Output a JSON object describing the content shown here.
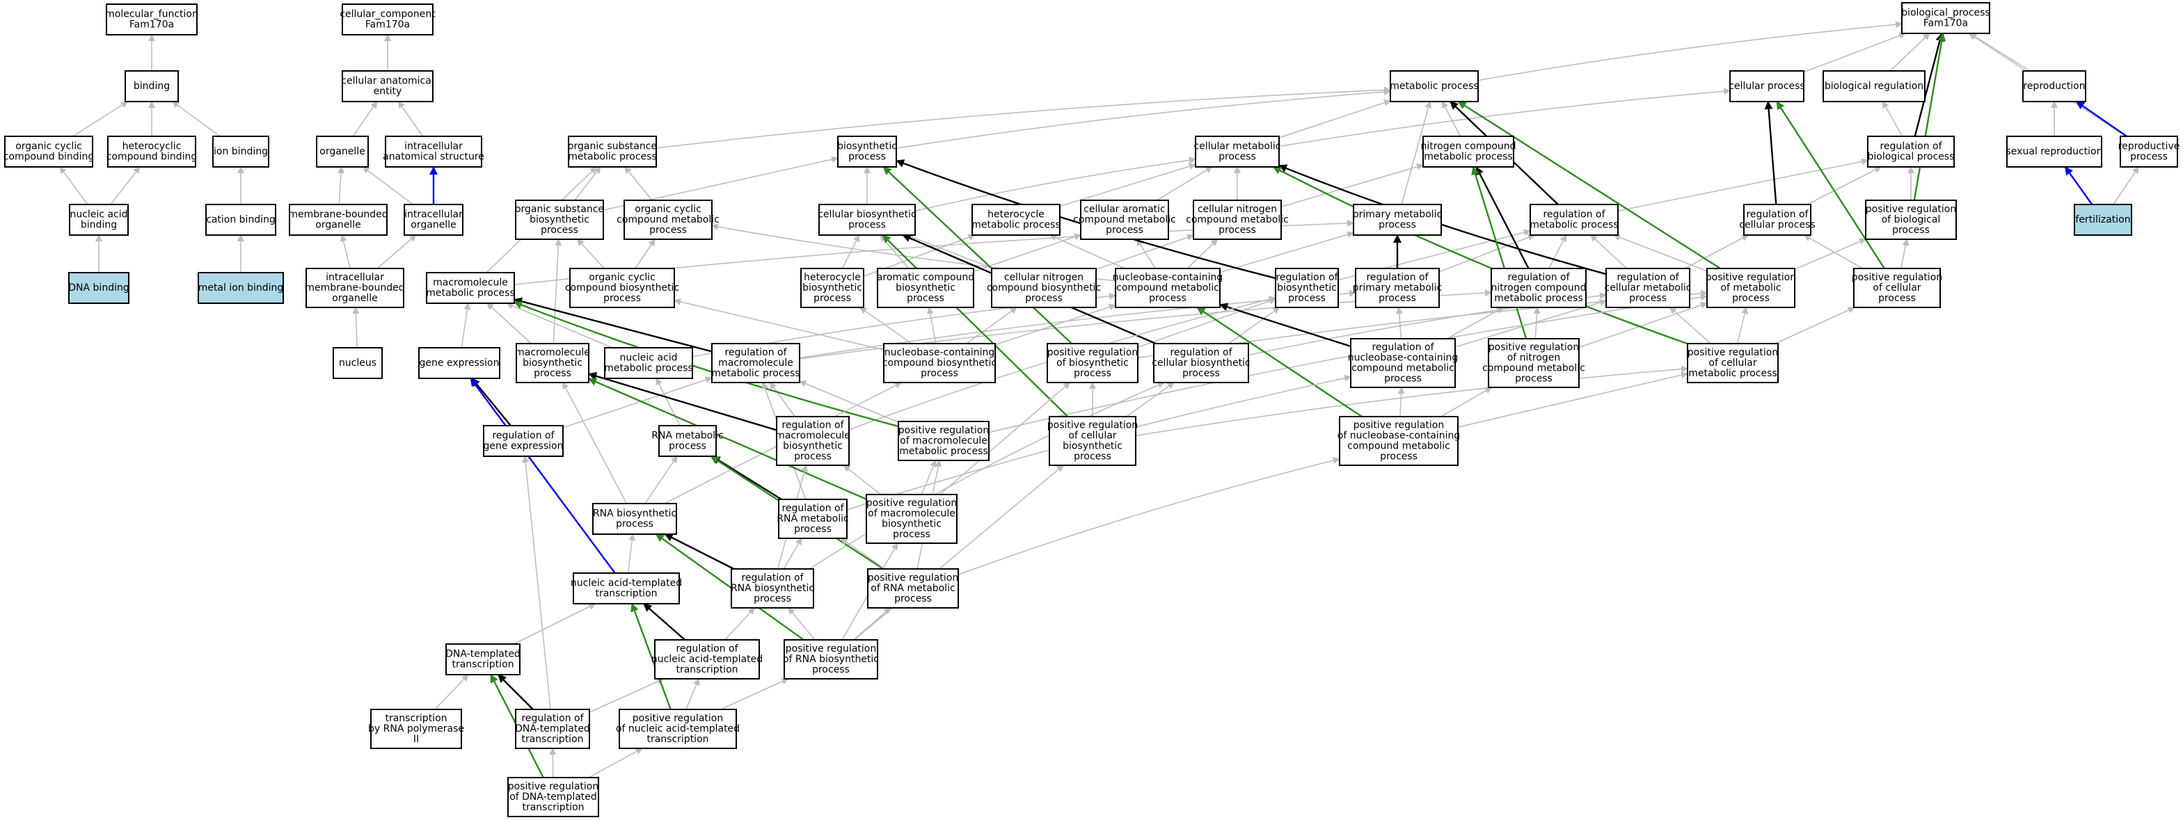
{
  "colors": {
    "gray": "#bdbdbd",
    "black": "#000000",
    "green": "#2e8b1e",
    "blue": "#0000ee",
    "light": "#add8e6",
    "dark": "#6495ed"
  },
  "nodes": [
    {
      "id": "mf",
      "lines": [
        "molecular_function",
        "Fam170a"
      ]
    },
    {
      "id": "binding",
      "lines": [
        "binding"
      ]
    },
    {
      "id": "occb",
      "lines": [
        "organic cyclic",
        "compound binding"
      ]
    },
    {
      "id": "hcb",
      "lines": [
        "heterocyclic",
        "compound binding"
      ]
    },
    {
      "id": "ionb",
      "lines": [
        "ion binding"
      ]
    },
    {
      "id": "nab",
      "lines": [
        "nucleic acid",
        "binding"
      ]
    },
    {
      "id": "cationb",
      "lines": [
        "cation binding"
      ]
    },
    {
      "id": "dnab",
      "lines": [
        "DNA binding"
      ],
      "style": "light"
    },
    {
      "id": "metalb",
      "lines": [
        "metal ion binding"
      ],
      "style": "light"
    },
    {
      "id": "cc",
      "lines": [
        "cellular_component",
        "Fam170a"
      ]
    },
    {
      "id": "cae",
      "lines": [
        "cellular anatomical",
        "entity"
      ]
    },
    {
      "id": "organelle",
      "lines": [
        "organelle"
      ]
    },
    {
      "id": "ias",
      "lines": [
        "intracellular",
        "anatomical structure"
      ]
    },
    {
      "id": "mbo",
      "lines": [
        "membrane-bounded",
        "organelle"
      ]
    },
    {
      "id": "io",
      "lines": [
        "intracellular",
        "organelle"
      ]
    },
    {
      "id": "imbo",
      "lines": [
        "intracellular",
        "membrane-bounded",
        "organelle"
      ]
    },
    {
      "id": "nucleus",
      "lines": [
        "nucleus"
      ],
      "style": "dark"
    },
    {
      "id": "bp",
      "lines": [
        "biological_process",
        "Fam170a"
      ]
    },
    {
      "id": "metab",
      "lines": [
        "metabolic process"
      ]
    },
    {
      "id": "cellp",
      "lines": [
        "cellular process"
      ]
    },
    {
      "id": "bioreg",
      "lines": [
        "biological regulation"
      ]
    },
    {
      "id": "repro",
      "lines": [
        "reproduction"
      ]
    },
    {
      "id": "osmp",
      "lines": [
        "organic substance",
        "metabolic process"
      ]
    },
    {
      "id": "biosyn",
      "lines": [
        "biosynthetic",
        "process"
      ]
    },
    {
      "id": "cmp",
      "lines": [
        "cellular metabolic",
        "process"
      ]
    },
    {
      "id": "ncmp",
      "lines": [
        "nitrogen compound",
        "metabolic process"
      ]
    },
    {
      "id": "rbp",
      "lines": [
        "regulation of",
        "biological process"
      ]
    },
    {
      "id": "sexrep",
      "lines": [
        "sexual reproduction"
      ]
    },
    {
      "id": "reprop",
      "lines": [
        "reproductive",
        "process"
      ]
    },
    {
      "id": "osbp",
      "lines": [
        "organic substance",
        "biosynthetic",
        "process"
      ]
    },
    {
      "id": "occmp",
      "lines": [
        "organic cyclic",
        "compound metabolic",
        "process"
      ]
    },
    {
      "id": "cbp",
      "lines": [
        "cellular biosynthetic",
        "process"
      ]
    },
    {
      "id": "hmp",
      "lines": [
        "heterocycle",
        "metabolic process"
      ]
    },
    {
      "id": "cacmp",
      "lines": [
        "cellular aromatic",
        "compound metabolic",
        "process"
      ]
    },
    {
      "id": "cncmp",
      "lines": [
        "cellular nitrogen",
        "compound metabolic",
        "process"
      ]
    },
    {
      "id": "pmp",
      "lines": [
        "primary metabolic",
        "process"
      ]
    },
    {
      "id": "rmp",
      "lines": [
        "regulation of",
        "metabolic process"
      ]
    },
    {
      "id": "rcp",
      "lines": [
        "regulation of",
        "cellular process"
      ]
    },
    {
      "id": "prbp",
      "lines": [
        "positive regulation",
        "of biological",
        "process"
      ]
    },
    {
      "id": "fert",
      "lines": [
        "fertilization"
      ],
      "style": "light"
    },
    {
      "id": "mmp",
      "lines": [
        "macromolecule",
        "metabolic process"
      ]
    },
    {
      "id": "occbp",
      "lines": [
        "organic cyclic",
        "compound biosynthetic",
        "process"
      ]
    },
    {
      "id": "hbp",
      "lines": [
        "heterocycle",
        "biosynthetic",
        "process"
      ]
    },
    {
      "id": "acbp",
      "lines": [
        "aromatic compound",
        "biosynthetic",
        "process"
      ]
    },
    {
      "id": "cncbp",
      "lines": [
        "cellular nitrogen",
        "compound biosynthetic",
        "process"
      ]
    },
    {
      "id": "nbcmp",
      "lines": [
        "nucleobase-containing",
        "compound metabolic",
        "process"
      ]
    },
    {
      "id": "rbiosp",
      "lines": [
        "regulation of",
        "biosynthetic",
        "process"
      ]
    },
    {
      "id": "rpmp",
      "lines": [
        "regulation of",
        "primary metabolic",
        "process"
      ]
    },
    {
      "id": "rncmp",
      "lines": [
        "regulation of",
        "nitrogen compound",
        "metabolic process"
      ]
    },
    {
      "id": "rcmp",
      "lines": [
        "regulation of",
        "cellular metabolic",
        "process"
      ]
    },
    {
      "id": "prmp",
      "lines": [
        "positive regulation",
        "of metabolic",
        "process"
      ]
    },
    {
      "id": "prcp",
      "lines": [
        "positive regulation",
        "of cellular",
        "process"
      ]
    },
    {
      "id": "ge",
      "lines": [
        "gene expression"
      ]
    },
    {
      "id": "mbp",
      "lines": [
        "macromolecule",
        "biosynthetic",
        "process"
      ]
    },
    {
      "id": "namp",
      "lines": [
        "nucleic acid",
        "metabolic process"
      ]
    },
    {
      "id": "rmmp",
      "lines": [
        "regulation of",
        "macromolecule",
        "metabolic process"
      ]
    },
    {
      "id": "nbcbp",
      "lines": [
        "nucleobase-containing",
        "compound biosynthetic",
        "process"
      ]
    },
    {
      "id": "prbiosp",
      "lines": [
        "positive regulation",
        "of biosynthetic",
        "process"
      ]
    },
    {
      "id": "rcbp",
      "lines": [
        "regulation of",
        "cellular biosynthetic",
        "process"
      ]
    },
    {
      "id": "rnbcmp",
      "lines": [
        "regulation of",
        "nucleobase-containing",
        "compound metabolic",
        "process"
      ]
    },
    {
      "id": "prncmp",
      "lines": [
        "positive regulation",
        "of nitrogen",
        "compound metabolic",
        "process"
      ]
    },
    {
      "id": "prcmp",
      "lines": [
        "positive regulation",
        "of cellular",
        "metabolic process"
      ]
    },
    {
      "id": "rge",
      "lines": [
        "regulation of",
        "gene expression"
      ]
    },
    {
      "id": "rnamp",
      "lines": [
        "RNA metabolic",
        "process"
      ]
    },
    {
      "id": "rmbp",
      "lines": [
        "regulation of",
        "macromolecule",
        "biosynthetic",
        "process"
      ]
    },
    {
      "id": "prmmp",
      "lines": [
        "positive regulation",
        "of macromolecule",
        "metabolic process"
      ]
    },
    {
      "id": "prcbp",
      "lines": [
        "positive regulation",
        "of cellular",
        "biosynthetic",
        "process"
      ]
    },
    {
      "id": "prnbcmp",
      "lines": [
        "positive regulation",
        "of nucleobase-containing",
        "compound metabolic",
        "process"
      ]
    },
    {
      "id": "rnabp",
      "lines": [
        "RNA biosynthetic",
        "process"
      ]
    },
    {
      "id": "rrnamp",
      "lines": [
        "regulation of",
        "RNA metabolic",
        "process"
      ]
    },
    {
      "id": "prmbp",
      "lines": [
        "positive regulation",
        "of macromolecule",
        "biosynthetic",
        "process"
      ]
    },
    {
      "id": "natt",
      "lines": [
        "nucleic acid-templated",
        "transcription"
      ]
    },
    {
      "id": "rrnabp",
      "lines": [
        "regulation of",
        "RNA biosynthetic",
        "process"
      ]
    },
    {
      "id": "prrnamp",
      "lines": [
        "positive regulation",
        "of RNA metabolic",
        "process"
      ]
    },
    {
      "id": "dtt",
      "lines": [
        "DNA-templated",
        "transcription"
      ]
    },
    {
      "id": "rnatt",
      "lines": [
        "regulation of",
        "nucleic acid-templated",
        "transcription"
      ]
    },
    {
      "id": "prrnabp",
      "lines": [
        "positive regulation",
        "of RNA biosynthetic",
        "process"
      ]
    },
    {
      "id": "trnap2",
      "lines": [
        "transcription",
        "by RNA polymerase",
        "II"
      ],
      "style": "dark"
    },
    {
      "id": "rdtt",
      "lines": [
        "regulation of",
        "DNA-templated",
        "transcription"
      ]
    },
    {
      "id": "prnatt",
      "lines": [
        "positive regulation",
        "of nucleic acid-templated",
        "transcription"
      ]
    },
    {
      "id": "prdtt",
      "lines": [
        "positive regulation",
        "of DNA-templated",
        "transcription"
      ],
      "style": "dark"
    }
  ],
  "edges": [
    [
      "binding",
      "mf",
      "gray"
    ],
    [
      "occb",
      "binding",
      "gray"
    ],
    [
      "hcb",
      "binding",
      "gray"
    ],
    [
      "ionb",
      "binding",
      "gray"
    ],
    [
      "nab",
      "occb",
      "gray"
    ],
    [
      "nab",
      "hcb",
      "gray"
    ],
    [
      "cationb",
      "ionb",
      "gray"
    ],
    [
      "dnab",
      "nab",
      "gray"
    ],
    [
      "metalb",
      "cationb",
      "gray"
    ],
    [
      "cae",
      "cc",
      "gray"
    ],
    [
      "organelle",
      "cae",
      "gray"
    ],
    [
      "ias",
      "cae",
      "gray"
    ],
    [
      "mbo",
      "organelle",
      "gray"
    ],
    [
      "io",
      "organelle",
      "gray"
    ],
    [
      "io",
      "ias",
      "blue"
    ],
    [
      "imbo",
      "mbo",
      "gray"
    ],
    [
      "imbo",
      "io",
      "gray"
    ],
    [
      "nucleus",
      "imbo",
      "gray"
    ],
    [
      "metab",
      "bp",
      "gray"
    ],
    [
      "cellp",
      "bp",
      "gray"
    ],
    [
      "bioreg",
      "bp",
      "gray"
    ],
    [
      "repro",
      "bp",
      "gray"
    ],
    [
      "reprop",
      "bp",
      "gray"
    ],
    [
      "osmp",
      "metab",
      "gray"
    ],
    [
      "biosyn",
      "metab",
      "gray"
    ],
    [
      "cmp",
      "metab",
      "gray"
    ],
    [
      "ncmp",
      "metab",
      "gray"
    ],
    [
      "pmp",
      "metab",
      "gray"
    ],
    [
      "cmp",
      "cellp",
      "gray"
    ],
    [
      "rbp",
      "bioreg",
      "gray"
    ],
    [
      "rbp",
      "bp",
      "black"
    ],
    [
      "sexrep",
      "repro",
      "gray"
    ],
    [
      "reprop",
      "repro",
      "blue"
    ],
    [
      "osbp",
      "osmp",
      "gray"
    ],
    [
      "osbp",
      "biosyn",
      "gray"
    ],
    [
      "occmp",
      "osmp",
      "gray"
    ],
    [
      "cbp",
      "biosyn",
      "gray"
    ],
    [
      "cbp",
      "cmp",
      "gray"
    ],
    [
      "hmp",
      "cmp",
      "gray"
    ],
    [
      "cacmp",
      "cmp",
      "gray"
    ],
    [
      "cncmp",
      "cmp",
      "gray"
    ],
    [
      "cncmp",
      "ncmp",
      "gray"
    ],
    [
      "rmp",
      "metab",
      "black"
    ],
    [
      "rmp",
      "rbp",
      "gray"
    ],
    [
      "rcp",
      "cellp",
      "black"
    ],
    [
      "rcp",
      "rbp",
      "gray"
    ],
    [
      "prbp",
      "rbp",
      "gray"
    ],
    [
      "prbp",
      "bp",
      "green"
    ],
    [
      "fert",
      "sexrep",
      "blue"
    ],
    [
      "fert",
      "reprop",
      "gray"
    ],
    [
      "mmp",
      "osmp",
      "gray"
    ],
    [
      "mmp",
      "pmp",
      "gray"
    ],
    [
      "occbp",
      "osbp",
      "gray"
    ],
    [
      "occbp",
      "occmp",
      "gray"
    ],
    [
      "hbp",
      "cbp",
      "gray"
    ],
    [
      "hbp",
      "hmp",
      "gray"
    ],
    [
      "acbp",
      "cbp",
      "gray"
    ],
    [
      "acbp",
      "cacmp",
      "gray"
    ],
    [
      "cncbp",
      "cbp",
      "gray"
    ],
    [
      "cncbp",
      "cncmp",
      "gray"
    ],
    [
      "nbcmp",
      "hmp",
      "gray"
    ],
    [
      "nbcmp",
      "cacmp",
      "gray"
    ],
    [
      "nbcmp",
      "cncmp",
      "gray"
    ],
    [
      "nbcmp",
      "occmp",
      "gray"
    ],
    [
      "nbcmp",
      "pmp",
      "gray"
    ],
    [
      "rbiosp",
      "biosyn",
      "black"
    ],
    [
      "rbiosp",
      "rmp",
      "gray"
    ],
    [
      "rpmp",
      "pmp",
      "black"
    ],
    [
      "rpmp",
      "rmp",
      "gray"
    ],
    [
      "rncmp",
      "ncmp",
      "black"
    ],
    [
      "rncmp",
      "rmp",
      "gray"
    ],
    [
      "rcmp",
      "cmp",
      "black"
    ],
    [
      "rcmp",
      "rmp",
      "gray"
    ],
    [
      "rcmp",
      "rcp",
      "gray"
    ],
    [
      "prmp",
      "metab",
      "green"
    ],
    [
      "prmp",
      "rmp",
      "gray"
    ],
    [
      "prmp",
      "prbp",
      "gray"
    ],
    [
      "prcp",
      "cellp",
      "green"
    ],
    [
      "prcp",
      "rcp",
      "gray"
    ],
    [
      "prcp",
      "prbp",
      "gray"
    ],
    [
      "ge",
      "mmp",
      "gray"
    ],
    [
      "mbp",
      "mmp",
      "gray"
    ],
    [
      "mbp",
      "osbp",
      "gray"
    ],
    [
      "namp",
      "mmp",
      "gray"
    ],
    [
      "namp",
      "nbcmp",
      "gray"
    ],
    [
      "rmmp",
      "mmp",
      "black"
    ],
    [
      "rmmp",
      "rpmp",
      "gray"
    ],
    [
      "rmmp",
      "rncmp",
      "gray"
    ],
    [
      "nbcbp",
      "nbcmp",
      "gray"
    ],
    [
      "nbcbp",
      "hbp",
      "gray"
    ],
    [
      "nbcbp",
      "acbp",
      "gray"
    ],
    [
      "nbcbp",
      "cncbp",
      "gray"
    ],
    [
      "nbcbp",
      "occbp",
      "gray"
    ],
    [
      "prbiosp",
      "biosyn",
      "green"
    ],
    [
      "prbiosp",
      "rbiosp",
      "gray"
    ],
    [
      "prbiosp",
      "prmp",
      "gray"
    ],
    [
      "rcbp",
      "cbp",
      "black"
    ],
    [
      "rcbp",
      "rbiosp",
      "gray"
    ],
    [
      "rcbp",
      "rcmp",
      "gray"
    ],
    [
      "rnbcmp",
      "nbcmp",
      "black"
    ],
    [
      "rnbcmp",
      "rcmp",
      "gray"
    ],
    [
      "rnbcmp",
      "rpmp",
      "gray"
    ],
    [
      "rnbcmp",
      "rncmp",
      "gray"
    ],
    [
      "prncmp",
      "ncmp",
      "green"
    ],
    [
      "prncmp",
      "rncmp",
      "gray"
    ],
    [
      "prncmp",
      "prmp",
      "gray"
    ],
    [
      "prcmp",
      "cmp",
      "green"
    ],
    [
      "prcmp",
      "rcmp",
      "gray"
    ],
    [
      "prcmp",
      "prmp",
      "gray"
    ],
    [
      "prcmp",
      "prcp",
      "gray"
    ],
    [
      "rge",
      "ge",
      "black"
    ],
    [
      "rge",
      "rmmp",
      "gray"
    ],
    [
      "rnamp",
      "namp",
      "gray"
    ],
    [
      "rmbp",
      "mbp",
      "black"
    ],
    [
      "rmbp",
      "rmmp",
      "gray"
    ],
    [
      "rmbp",
      "rbiosp",
      "gray"
    ],
    [
      "prmmp",
      "mmp",
      "green"
    ],
    [
      "prmmp",
      "rmmp",
      "gray"
    ],
    [
      "prmmp",
      "prmp",
      "gray"
    ],
    [
      "prcbp",
      "cbp",
      "green"
    ],
    [
      "prcbp",
      "rcbp",
      "gray"
    ],
    [
      "prcbp",
      "prcmp",
      "gray"
    ],
    [
      "prcbp",
      "prbiosp",
      "gray"
    ],
    [
      "prnbcmp",
      "nbcmp",
      "green"
    ],
    [
      "prnbcmp",
      "rnbcmp",
      "gray"
    ],
    [
      "prnbcmp",
      "prncmp",
      "gray"
    ],
    [
      "prnbcmp",
      "prcmp",
      "gray"
    ],
    [
      "rnabp",
      "rnamp",
      "gray"
    ],
    [
      "rnabp",
      "mbp",
      "gray"
    ],
    [
      "rnabp",
      "nbcbp",
      "gray"
    ],
    [
      "rrnamp",
      "rnamp",
      "black"
    ],
    [
      "rrnamp",
      "rnbcmp",
      "gray"
    ],
    [
      "rrnamp",
      "rmmp",
      "gray"
    ],
    [
      "prmbp",
      "mbp",
      "green"
    ],
    [
      "prmbp",
      "rmbp",
      "gray"
    ],
    [
      "prmbp",
      "prmmp",
      "gray"
    ],
    [
      "prmbp",
      "prbiosp",
      "gray"
    ],
    [
      "natt",
      "rnabp",
      "gray"
    ],
    [
      "natt",
      "ge",
      "blue"
    ],
    [
      "rrnabp",
      "rnabp",
      "black"
    ],
    [
      "rrnabp",
      "rrnamp",
      "gray"
    ],
    [
      "rrnabp",
      "rmbp",
      "gray"
    ],
    [
      "rrnabp",
      "rcbp",
      "gray"
    ],
    [
      "prrnamp",
      "rnamp",
      "green"
    ],
    [
      "prrnamp",
      "rrnamp",
      "gray"
    ],
    [
      "prrnamp",
      "prmmp",
      "gray"
    ],
    [
      "prrnamp",
      "prnbcmp",
      "gray"
    ],
    [
      "dtt",
      "natt",
      "gray"
    ],
    [
      "rnatt",
      "natt",
      "black"
    ],
    [
      "rnatt",
      "rrnabp",
      "gray"
    ],
    [
      "prrnabp",
      "rnabp",
      "green"
    ],
    [
      "prrnabp",
      "rrnabp",
      "gray"
    ],
    [
      "prrnabp",
      "prrnamp",
      "gray"
    ],
    [
      "prrnabp",
      "prmbp",
      "gray"
    ],
    [
      "prrnabp",
      "prcbp",
      "gray"
    ],
    [
      "trnap2",
      "dtt",
      "gray"
    ],
    [
      "rdtt",
      "dtt",
      "black"
    ],
    [
      "rdtt",
      "rnatt",
      "gray"
    ],
    [
      "rdtt",
      "rge",
      "gray"
    ],
    [
      "prnatt",
      "natt",
      "green"
    ],
    [
      "prnatt",
      "rnatt",
      "gray"
    ],
    [
      "prnatt",
      "prrnabp",
      "gray"
    ],
    [
      "prdtt",
      "dtt",
      "green"
    ],
    [
      "prdtt",
      "rdtt",
      "gray"
    ],
    [
      "prdtt",
      "prnatt",
      "gray"
    ]
  ]
}
